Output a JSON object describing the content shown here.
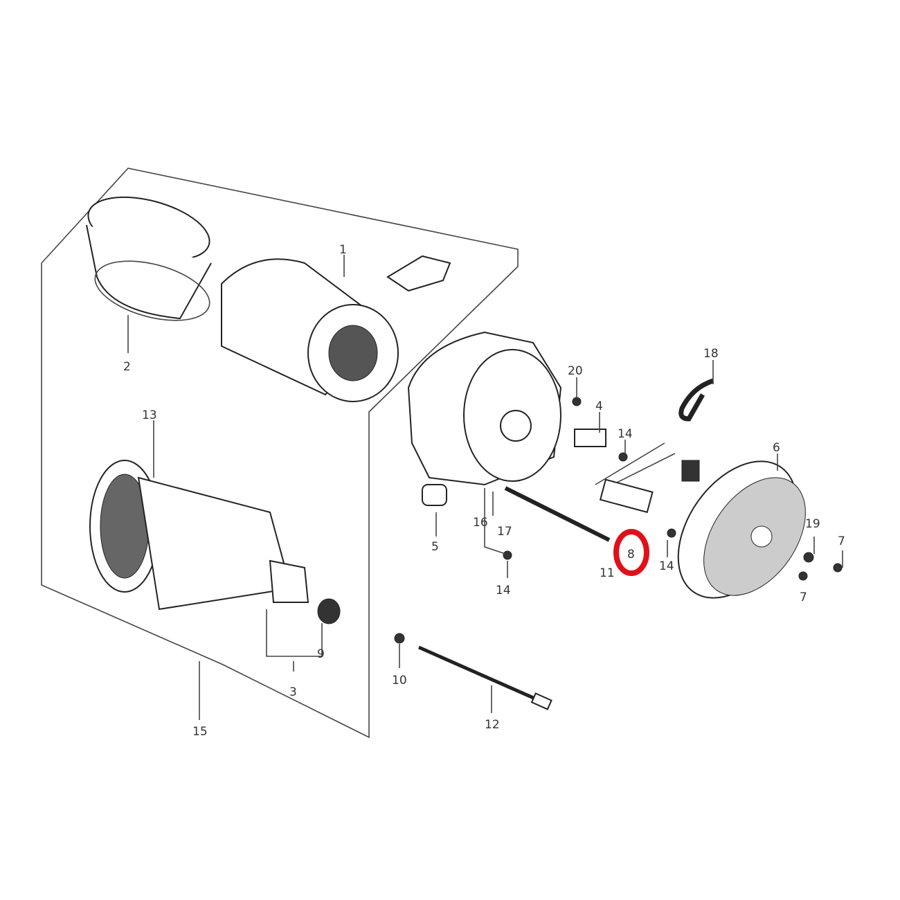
{
  "diagram": {
    "type": "exploded parts diagram (generator alternator)",
    "labels": {
      "p1": "1",
      "p2": "2",
      "p3": "3",
      "p4": "4",
      "p5": "5",
      "p6": "6",
      "p7a": "7",
      "p7b": "7",
      "p8": "8",
      "p9": "9",
      "p10": "10",
      "p11": "11",
      "p12": "12",
      "p13": "13",
      "p14a": "14",
      "p14b": "14",
      "p14c": "14",
      "p15": "15",
      "p16": "16",
      "p17": "17",
      "p18": "18",
      "p19": "19",
      "p20": "20"
    },
    "highlight_color": "#e0101a"
  }
}
